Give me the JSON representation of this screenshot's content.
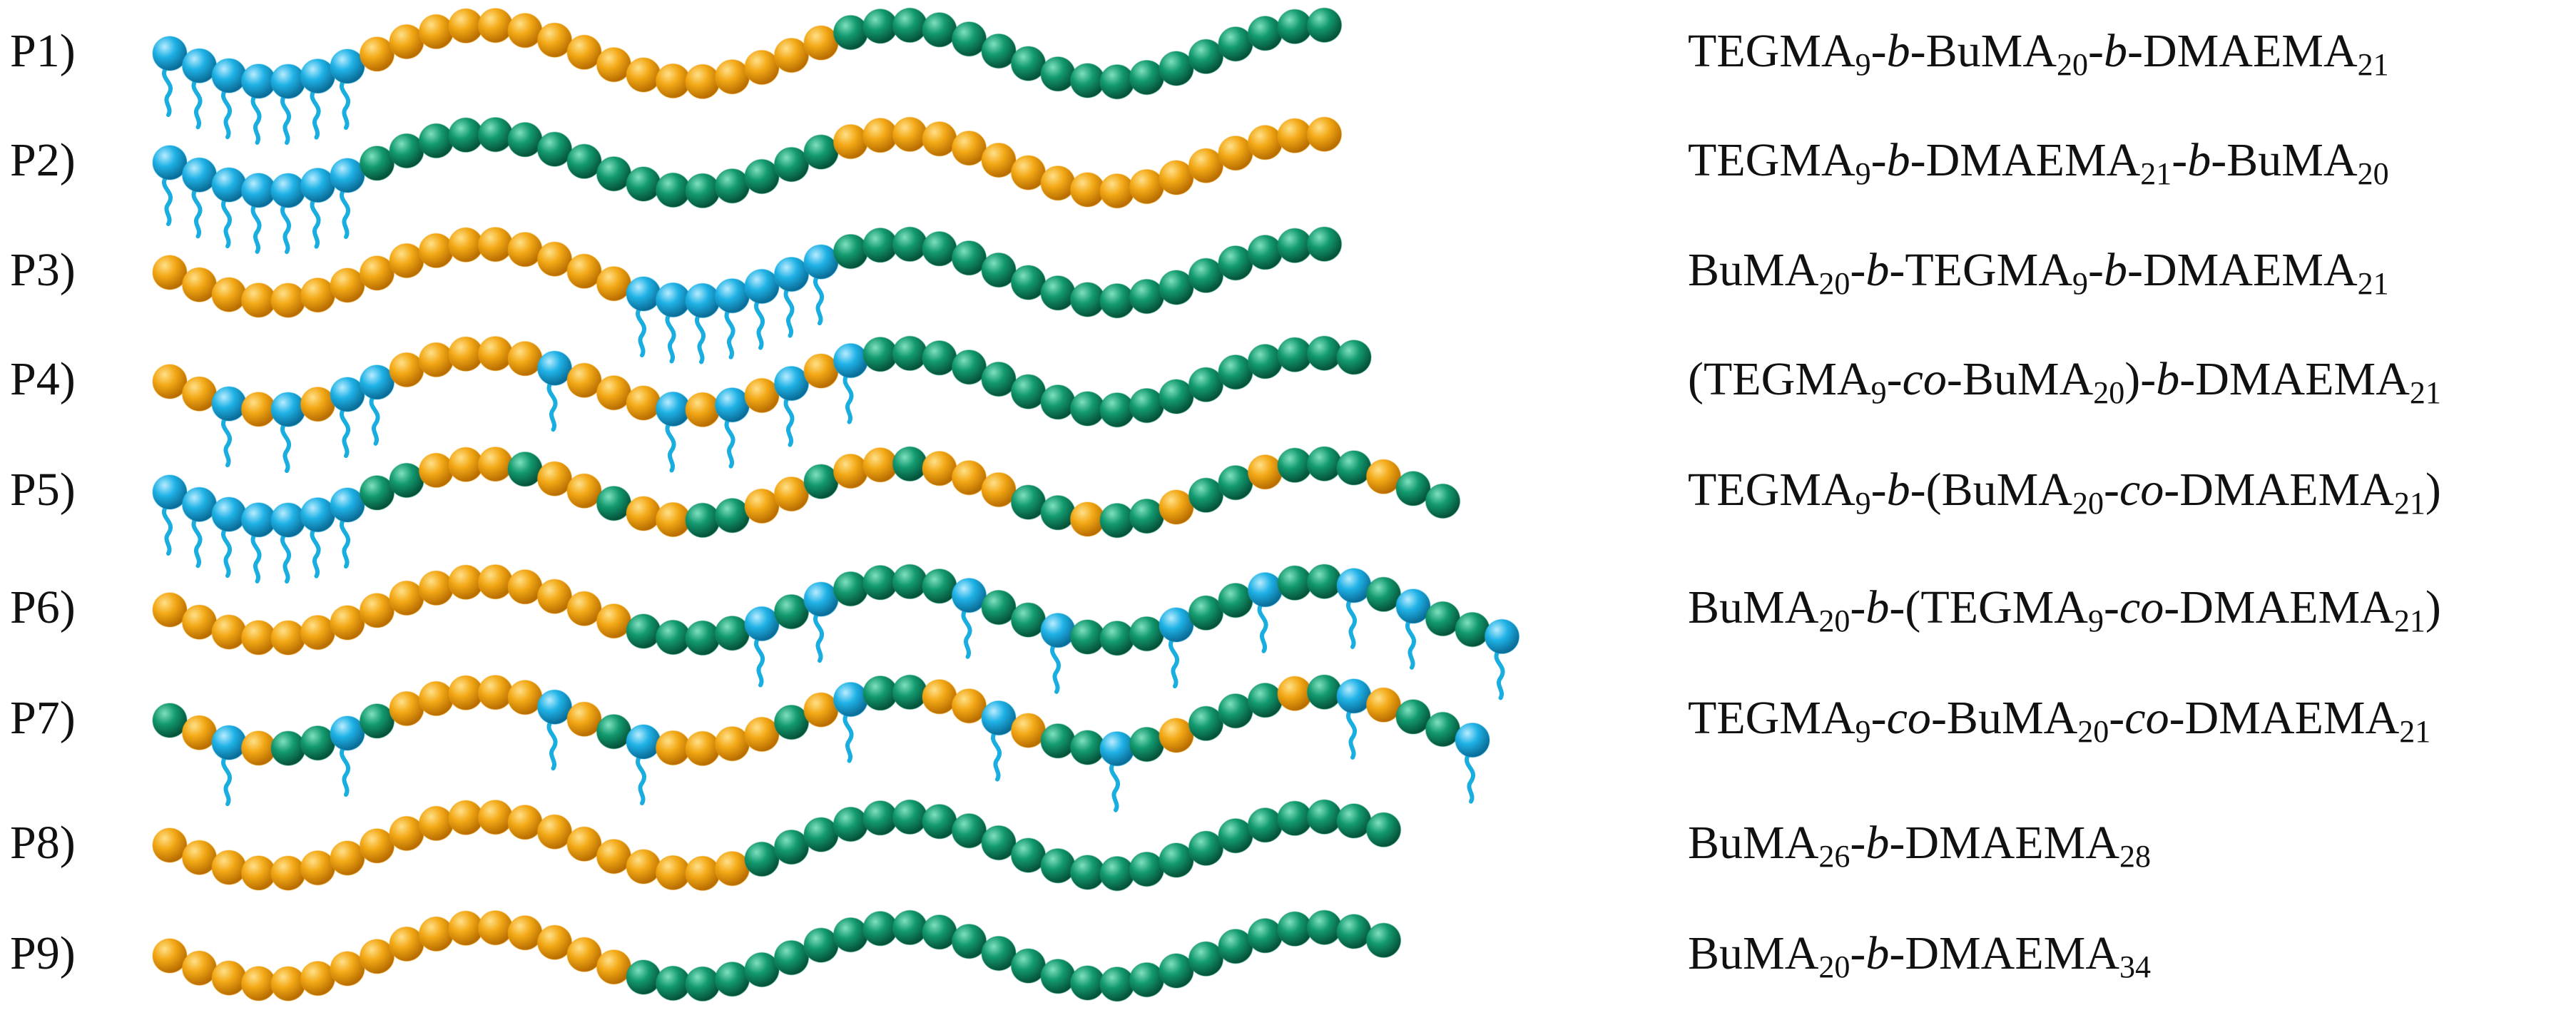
{
  "colors": {
    "BuMA": "#f0a012",
    "DMAEMA": "#14906a",
    "TEGMA": "#1aaee0"
  },
  "monomer_icons": {
    "BuMA": "orange-bead",
    "DMAEMA": "green-bead",
    "TEGMA": "blue-bead-with-tail"
  },
  "rows": [
    {
      "label": "P1)",
      "formula": [
        {
          "t": "TEGMA"
        },
        {
          "t": "9",
          "sub": true
        },
        {
          "t": "-"
        },
        {
          "t": "b",
          "i": true
        },
        {
          "t": "-BuMA"
        },
        {
          "t": "20",
          "sub": true
        },
        {
          "t": "-"
        },
        {
          "t": "b",
          "i": true
        },
        {
          "t": "-DMAEMA"
        },
        {
          "t": "21",
          "sub": true
        }
      ],
      "segments": [
        [
          "T",
          7
        ],
        [
          "B",
          16
        ],
        [
          "D",
          17
        ]
      ]
    },
    {
      "label": "P2)",
      "formula": [
        {
          "t": "TEGMA"
        },
        {
          "t": "9",
          "sub": true
        },
        {
          "t": "-"
        },
        {
          "t": "b",
          "i": true
        },
        {
          "t": "-DMAEMA"
        },
        {
          "t": "21",
          "sub": true
        },
        {
          "t": "-"
        },
        {
          "t": "b",
          "i": true
        },
        {
          "t": "-BuMA"
        },
        {
          "t": "20",
          "sub": true
        }
      ],
      "segments": [
        [
          "T",
          7
        ],
        [
          "D",
          16
        ],
        [
          "B",
          17
        ]
      ]
    },
    {
      "label": "P3)",
      "formula": [
        {
          "t": "BuMA"
        },
        {
          "t": "20",
          "sub": true
        },
        {
          "t": "-"
        },
        {
          "t": "b",
          "i": true
        },
        {
          "t": "-TEGMA"
        },
        {
          "t": "9",
          "sub": true
        },
        {
          "t": "-"
        },
        {
          "t": "b",
          "i": true
        },
        {
          "t": "-DMAEMA"
        },
        {
          "t": "21",
          "sub": true
        }
      ],
      "segments": [
        [
          "B",
          16
        ],
        [
          "T",
          7
        ],
        [
          "D",
          17
        ]
      ]
    },
    {
      "label": "P4)",
      "formula": [
        {
          "t": "(TEGMA"
        },
        {
          "t": "9",
          "sub": true
        },
        {
          "t": "-"
        },
        {
          "t": "co",
          "i": true
        },
        {
          "t": "-BuMA"
        },
        {
          "t": "20",
          "sub": true
        },
        {
          "t": ")-"
        },
        {
          "t": "b",
          "i": true
        },
        {
          "t": "-DMAEMA"
        },
        {
          "t": "21",
          "sub": true
        }
      ],
      "segments": [
        [
          "B",
          2
        ],
        [
          "T",
          1
        ],
        [
          "B",
          1
        ],
        [
          "T",
          1
        ],
        [
          "B",
          1
        ],
        [
          "T",
          2
        ],
        [
          "B",
          5
        ],
        [
          "T",
          1
        ],
        [
          "B",
          3
        ],
        [
          "T",
          1
        ],
        [
          "B",
          1
        ],
        [
          "T",
          1
        ],
        [
          "B",
          1
        ],
        [
          "T",
          1
        ],
        [
          "B",
          1
        ],
        [
          "T",
          1
        ],
        [
          "D",
          17
        ]
      ]
    },
    {
      "label": "P5)",
      "formula": [
        {
          "t": "TEGMA"
        },
        {
          "t": "9",
          "sub": true
        },
        {
          "t": "-"
        },
        {
          "t": "b",
          "i": true
        },
        {
          "t": "-(BuMA"
        },
        {
          "t": "20",
          "sub": true
        },
        {
          "t": "-"
        },
        {
          "t": "co",
          "i": true
        },
        {
          "t": "-DMAEMA"
        },
        {
          "t": "21",
          "sub": true
        },
        {
          "t": ")"
        }
      ],
      "segments": [
        [
          "T",
          7
        ],
        [
          "D",
          2
        ],
        [
          "B",
          3
        ],
        [
          "D",
          1
        ],
        [
          "B",
          2
        ],
        [
          "D",
          1
        ],
        [
          "B",
          2
        ],
        [
          "D",
          2
        ],
        [
          "B",
          2
        ],
        [
          "D",
          1
        ],
        [
          "B",
          2
        ],
        [
          "D",
          1
        ],
        [
          "B",
          3
        ],
        [
          "D",
          2
        ],
        [
          "B",
          1
        ],
        [
          "D",
          2
        ],
        [
          "B",
          1
        ],
        [
          "D",
          2
        ],
        [
          "B",
          1
        ],
        [
          "D",
          3
        ],
        [
          "B",
          1
        ],
        [
          "D",
          2
        ]
      ]
    },
    {
      "label": "P6)",
      "formula": [
        {
          "t": "BuMA"
        },
        {
          "t": "20",
          "sub": true
        },
        {
          "t": "-"
        },
        {
          "t": "b",
          "i": true
        },
        {
          "t": "-(TEGMA"
        },
        {
          "t": "9",
          "sub": true
        },
        {
          "t": "-"
        },
        {
          "t": "co",
          "i": true
        },
        {
          "t": "-DMAEMA"
        },
        {
          "t": "21",
          "sub": true
        },
        {
          "t": ")"
        }
      ],
      "segments": [
        [
          "B",
          16
        ],
        [
          "D",
          4
        ],
        [
          "T",
          1
        ],
        [
          "D",
          1
        ],
        [
          "T",
          1
        ],
        [
          "D",
          4
        ],
        [
          "T",
          1
        ],
        [
          "D",
          2
        ],
        [
          "T",
          1
        ],
        [
          "D",
          3
        ],
        [
          "T",
          1
        ],
        [
          "D",
          2
        ],
        [
          "T",
          1
        ],
        [
          "D",
          2
        ],
        [
          "T",
          1
        ],
        [
          "D",
          1
        ],
        [
          "T",
          1
        ],
        [
          "D",
          2
        ],
        [
          "T",
          1
        ]
      ]
    },
    {
      "label": "P7)",
      "formula": [
        {
          "t": "TEGMA"
        },
        {
          "t": "9",
          "sub": true
        },
        {
          "t": "-"
        },
        {
          "t": "co",
          "i": true
        },
        {
          "t": "-BuMA"
        },
        {
          "t": "20",
          "sub": true
        },
        {
          "t": "-"
        },
        {
          "t": "co",
          "i": true
        },
        {
          "t": "-DMAEMA"
        },
        {
          "t": "21",
          "sub": true
        }
      ],
      "segments": [
        [
          "D",
          1
        ],
        [
          "B",
          1
        ],
        [
          "T",
          1
        ],
        [
          "B",
          1
        ],
        [
          "D",
          2
        ],
        [
          "T",
          1
        ],
        [
          "D",
          1
        ],
        [
          "B",
          5
        ],
        [
          "T",
          1
        ],
        [
          "B",
          1
        ],
        [
          "D",
          1
        ],
        [
          "T",
          1
        ],
        [
          "B",
          4
        ],
        [
          "D",
          1
        ],
        [
          "B",
          1
        ],
        [
          "T",
          1
        ],
        [
          "D",
          2
        ],
        [
          "B",
          2
        ],
        [
          "T",
          1
        ],
        [
          "B",
          1
        ],
        [
          "D",
          2
        ],
        [
          "T",
          1
        ],
        [
          "D",
          1
        ],
        [
          "B",
          1
        ],
        [
          "D",
          3
        ],
        [
          "B",
          1
        ],
        [
          "D",
          1
        ],
        [
          "T",
          1
        ],
        [
          "B",
          1
        ],
        [
          "D",
          2
        ],
        [
          "T",
          1
        ]
      ]
    },
    {
      "label": "P8)",
      "formula": [
        {
          "t": "BuMA"
        },
        {
          "t": "26",
          "sub": true
        },
        {
          "t": "-"
        },
        {
          "t": "b",
          "i": true
        },
        {
          "t": "-DMAEMA"
        },
        {
          "t": "28",
          "sub": true
        }
      ],
      "segments": [
        [
          "B",
          20
        ],
        [
          "D",
          22
        ]
      ]
    },
    {
      "label": "P9)",
      "formula": [
        {
          "t": "BuMA"
        },
        {
          "t": "20",
          "sub": true
        },
        {
          "t": "-"
        },
        {
          "t": "b",
          "i": true
        },
        {
          "t": "-DMAEMA"
        },
        {
          "t": "34",
          "sub": true
        }
      ],
      "segments": [
        [
          "B",
          16
        ],
        [
          "D",
          26
        ]
      ]
    }
  ]
}
